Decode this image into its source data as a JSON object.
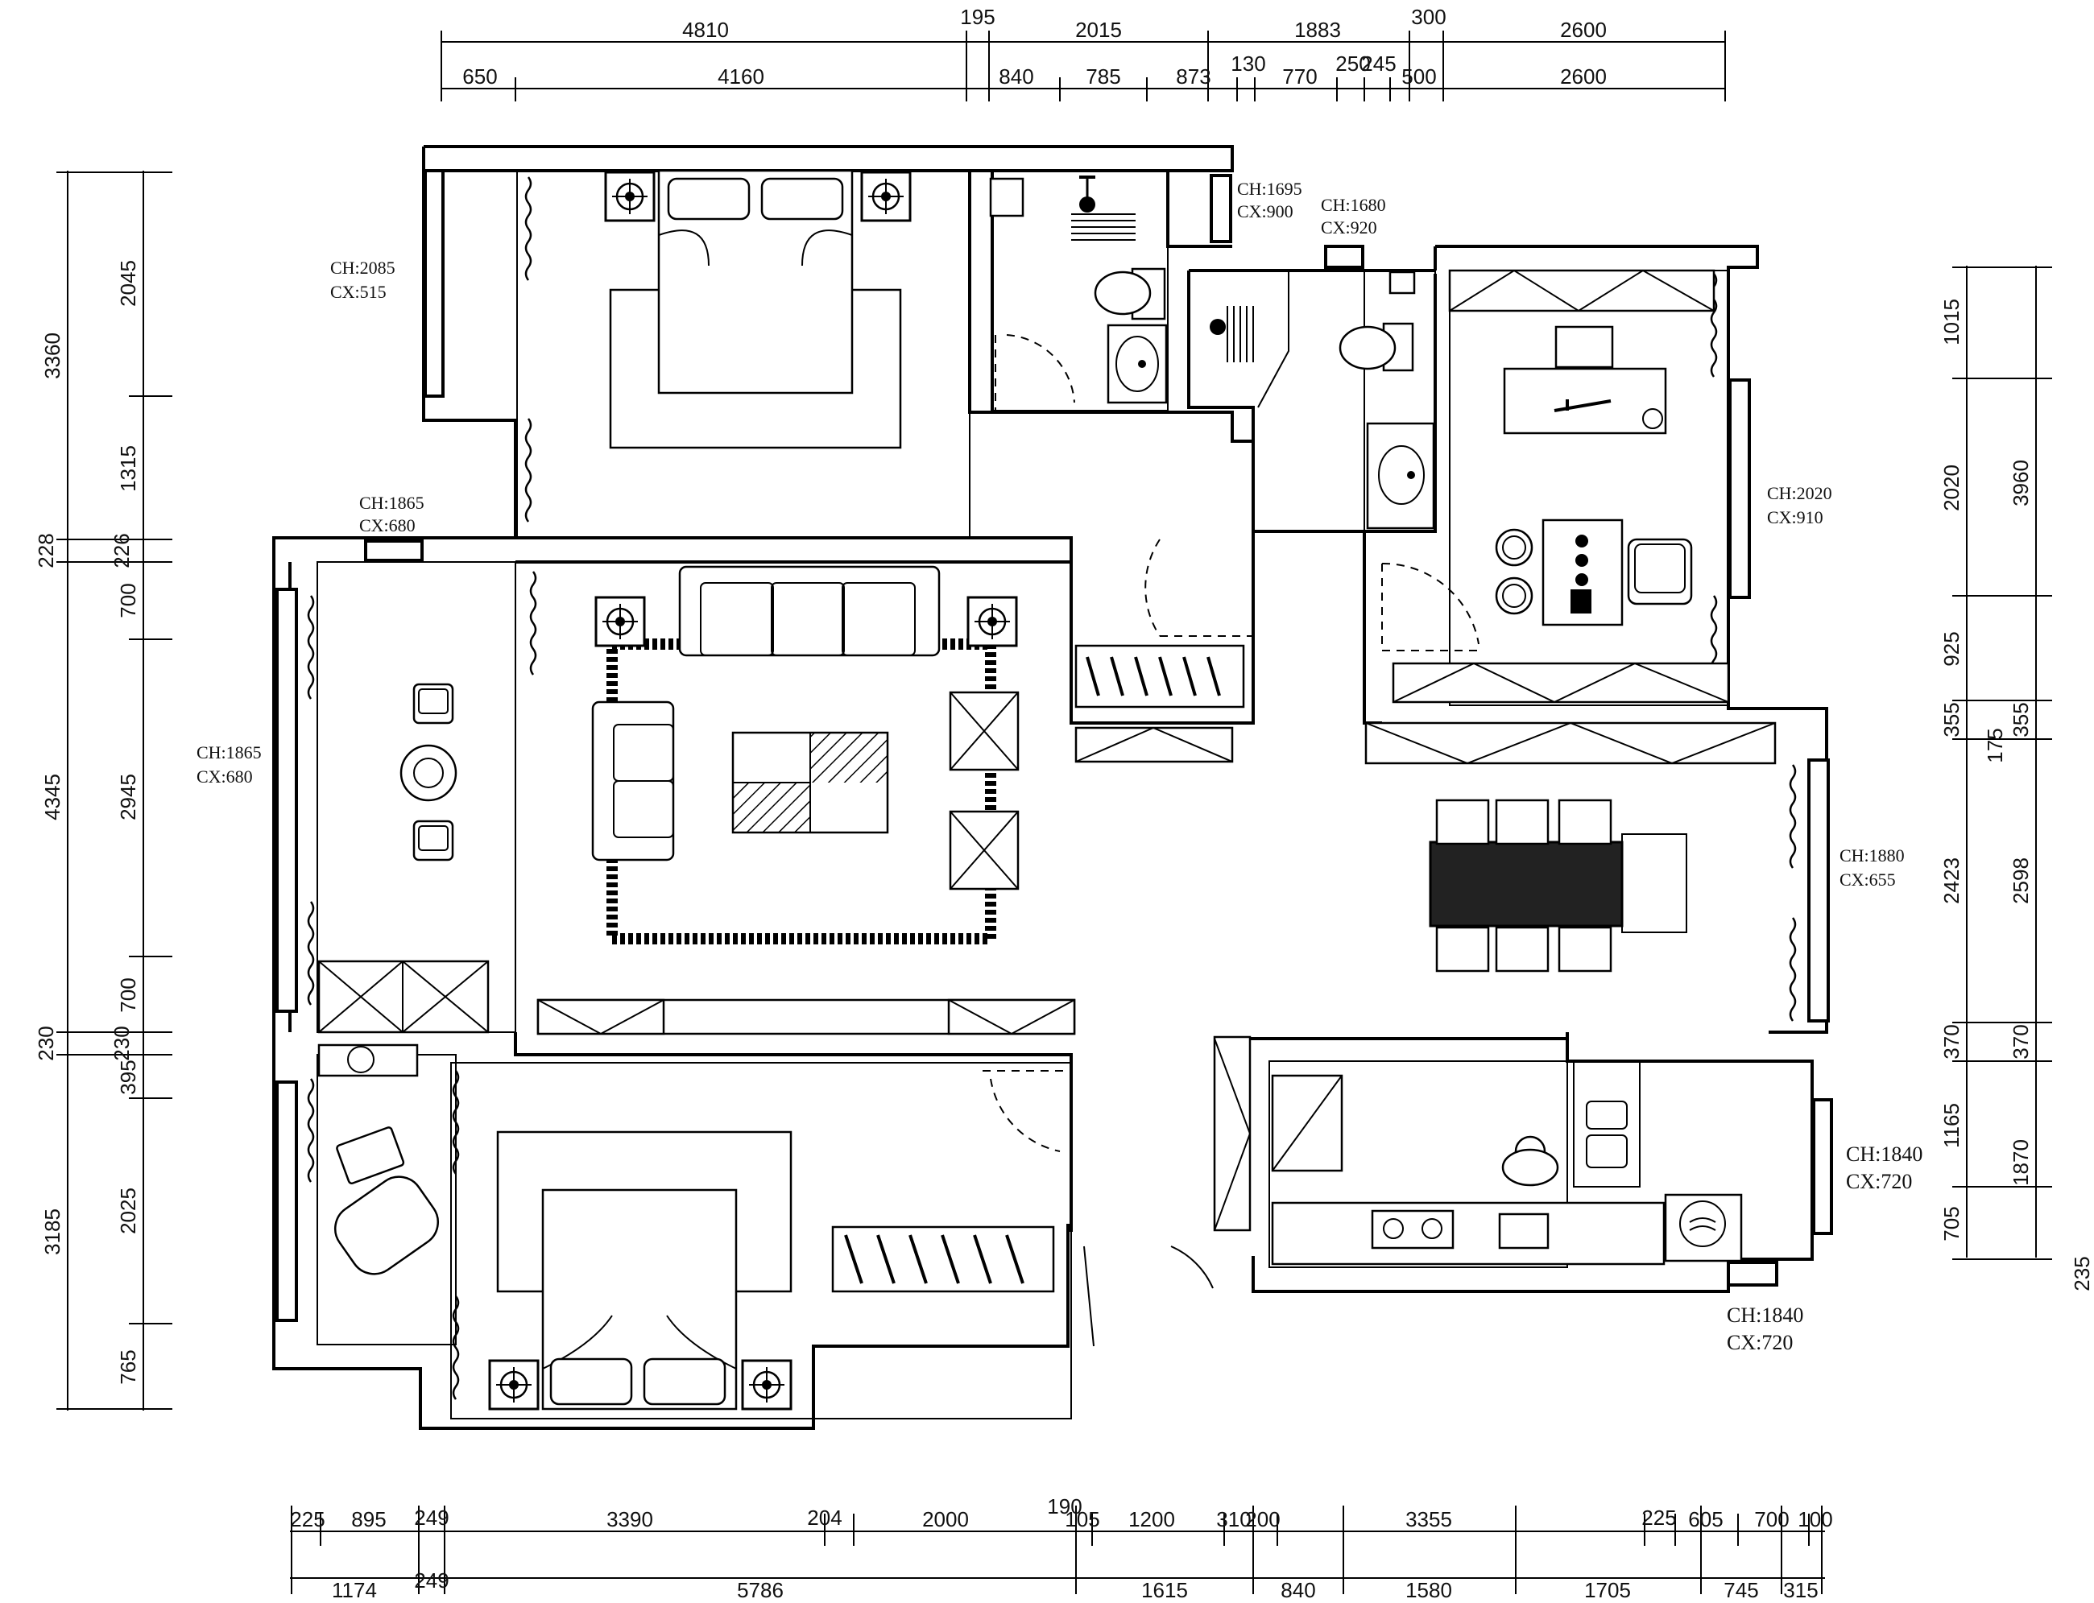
{
  "top_dims_outer": [
    "4810",
    "195",
    "2015",
    "1883",
    "300",
    "2600"
  ],
  "top_dims_inner": [
    "650",
    "4160",
    "840",
    "785",
    "873",
    "130",
    "770",
    "250",
    "245",
    "500",
    "2600"
  ],
  "bottom_dims_upper": [
    "225",
    "895",
    "249",
    "3390",
    "204",
    "2000",
    "190",
    "105",
    "1200",
    "310",
    "200",
    "3355",
    "225",
    "605",
    "700",
    "100"
  ],
  "bottom_dims_lower": [
    "1174",
    "249",
    "5786",
    "1615",
    "840",
    "1580",
    "1705",
    "745",
    "315"
  ],
  "left_dims_outer": [
    "3360",
    "228",
    "4345",
    "230",
    "3185"
  ],
  "left_dims_inner": [
    "2045",
    "1315",
    "226",
    "700",
    "2945",
    "700",
    "230",
    "395",
    "2025",
    "765"
  ],
  "right_dims_inner": [
    "1015",
    "2020",
    "925",
    "355",
    "175",
    "2423",
    "370",
    "1165",
    "705"
  ],
  "right_dims_outer": [
    "3960",
    "355",
    "2598",
    "370",
    "1870",
    "235"
  ],
  "window_notes": [
    {
      "ch": "CH:2085",
      "cx": "CX:515"
    },
    {
      "ch": "CH:1695",
      "cx": "CX:900"
    },
    {
      "ch": "CH:1680",
      "cx": "CX:920"
    },
    {
      "ch": "CH:2020",
      "cx": "CX:910"
    },
    {
      "ch": "CH:1865",
      "cx": "CX:680"
    },
    {
      "ch": "CH:1865",
      "cx": "CX:680"
    },
    {
      "ch": "CH:1880",
      "cx": "CX:655"
    },
    {
      "ch": "CH:1840",
      "cx": "CX:720"
    },
    {
      "ch": "CH:1840",
      "cx": "CX:720"
    }
  ]
}
